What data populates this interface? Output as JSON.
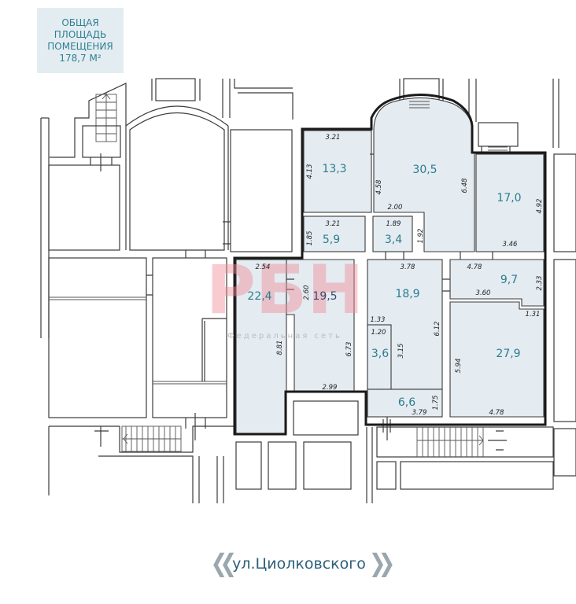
{
  "summary": {
    "line1": "ОБЩАЯ",
    "line2": "ПЛОЩАДЬ",
    "line3": "ПОМЕЩЕНИЯ",
    "line4": "178,7 М²",
    "bg_color": "#e3edf1",
    "text_color": "#2f7f93"
  },
  "rooms": [
    {
      "id": "r1",
      "area": "13,3",
      "dims": [
        "3.21",
        "4.13"
      ]
    },
    {
      "id": "r2",
      "area": "30,5",
      "dims": [
        "4.58",
        "6.48",
        "2.00"
      ]
    },
    {
      "id": "r3",
      "area": "17,0",
      "dims": [
        "4.92",
        "3.46"
      ]
    },
    {
      "id": "r4",
      "area": "5,9",
      "dims": [
        "3.21",
        "1.85"
      ]
    },
    {
      "id": "r5",
      "area": "3,4",
      "dims": [
        "1.89",
        "1.92"
      ]
    },
    {
      "id": "r6",
      "area": "22,4",
      "dims": [
        "2.54",
        "8.81"
      ]
    },
    {
      "id": "r7",
      "area": "19,5",
      "dims": [
        "2.60",
        "6.73",
        "2.99"
      ]
    },
    {
      "id": "r8",
      "area": "18,9",
      "dims": [
        "3.78",
        "6.12",
        "1.33"
      ]
    },
    {
      "id": "r9",
      "area": "3,6",
      "dims": [
        "1.20",
        "3.15"
      ]
    },
    {
      "id": "r10",
      "area": "9,7",
      "dims": [
        "4.78",
        "2.33",
        "3.60",
        "1.31"
      ]
    },
    {
      "id": "r11",
      "area": "27,9",
      "dims": [
        "5.94",
        "4.78"
      ]
    },
    {
      "id": "r12",
      "area": "6,6",
      "dims": [
        "3.79",
        "1.75"
      ]
    }
  ],
  "watermark": {
    "logo": "РБН",
    "caption": "Федеральная сеть"
  },
  "street": {
    "label": "ул.Циолковского",
    "left_icon": "double-chevron-left-icon",
    "right_icon": "double-chevron-right-icon"
  },
  "colors": {
    "room_fill": "#e4ebf1",
    "boundary": "#1a1a1a",
    "area_text": "#2a7d8e",
    "street_text": "#2d5f7a"
  }
}
